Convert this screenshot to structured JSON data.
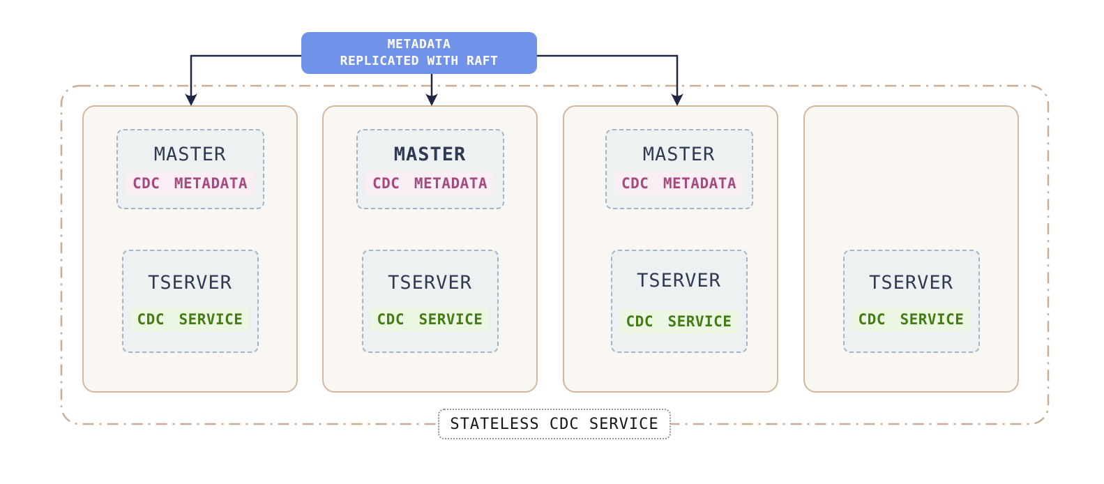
{
  "diagram": {
    "title_box": {
      "line1": "METADATA",
      "line2": "REPLICATED WITH RAFT"
    },
    "cluster_label": "STATELESS CDC SERVICE",
    "nodes": [
      {
        "master": {
          "label": "MASTER",
          "badge": "CDC METADATA"
        },
        "tserver": {
          "label": "TSERVER",
          "badge": "CDC SERVICE"
        }
      },
      {
        "master": {
          "label": "MASTER",
          "badge": "CDC METADATA"
        },
        "tserver": {
          "label": "TSERVER",
          "badge": "CDC SERVICE"
        }
      },
      {
        "master": {
          "label": "MASTER",
          "badge": "CDC METADATA"
        },
        "tserver": {
          "label": "TSERVER",
          "badge": "CDC SERVICE"
        }
      },
      {
        "tserver": {
          "label": "TSERVER",
          "badge": "CDC SERVICE"
        }
      }
    ],
    "colors": {
      "raft_box_bg": "#7092e8",
      "raft_box_text": "#ffffff",
      "arrow": "#1f2547",
      "cluster_boundary": "#c9ac91",
      "node_border": "#d2b69d",
      "node_bg": "#faf6f1",
      "inner_border": "#9fb5c9",
      "inner_bg": "#edf1f1",
      "role_text": "#2e3a52",
      "metadata_text": "#a6497e",
      "metadata_bg": "#f8eef4",
      "service_text": "#457b15",
      "service_bg": "#ebf6e3",
      "label_border": "#8f8f8f"
    }
  }
}
